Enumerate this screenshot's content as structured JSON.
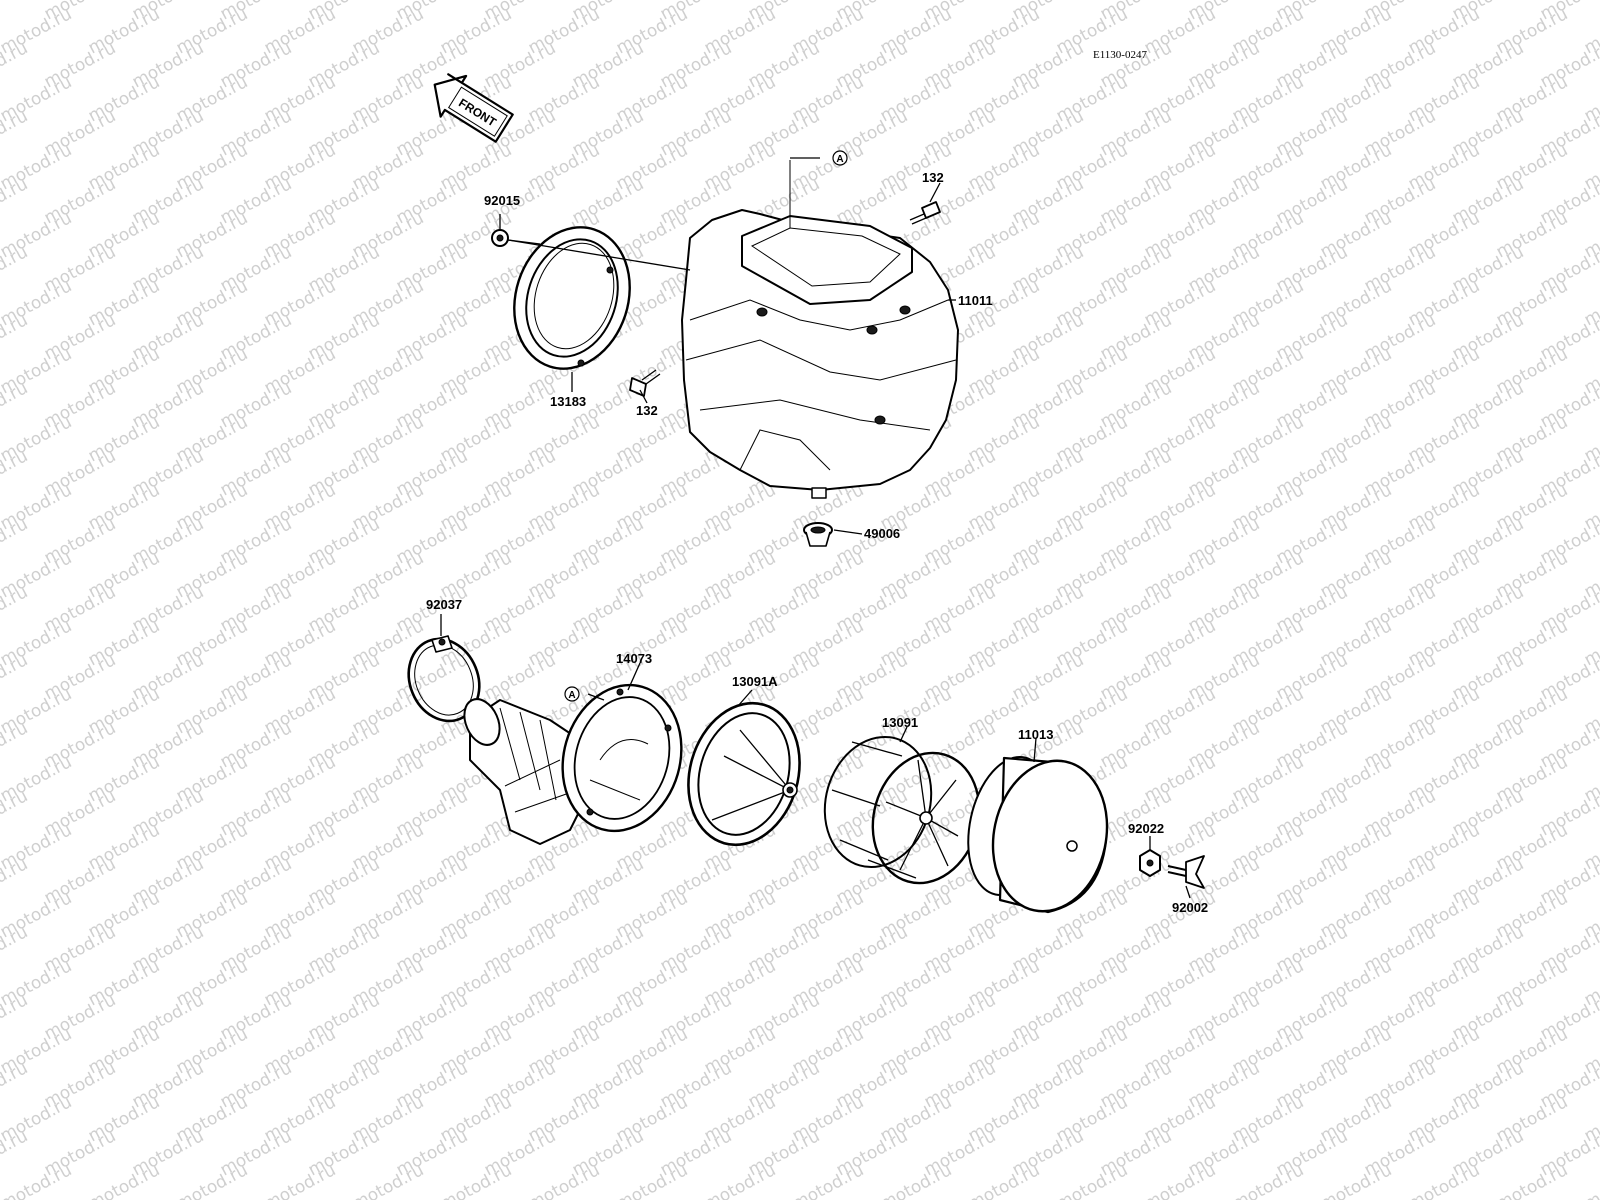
{
  "drawing_code": "E1130-0247",
  "front_arrow_label": "FRONT",
  "watermark_text": "motod.ru",
  "reference_mark": "A",
  "parts": {
    "p92015": "92015",
    "p13183": "13183",
    "p132_top": "132",
    "p132_bottom": "132",
    "p11011": "11011",
    "p49006": "49006",
    "p92037": "92037",
    "p14073": "14073",
    "p13091A": "13091A",
    "p13091": "13091",
    "p11013": "11013",
    "p92022": "92022",
    "p92002": "92002"
  }
}
